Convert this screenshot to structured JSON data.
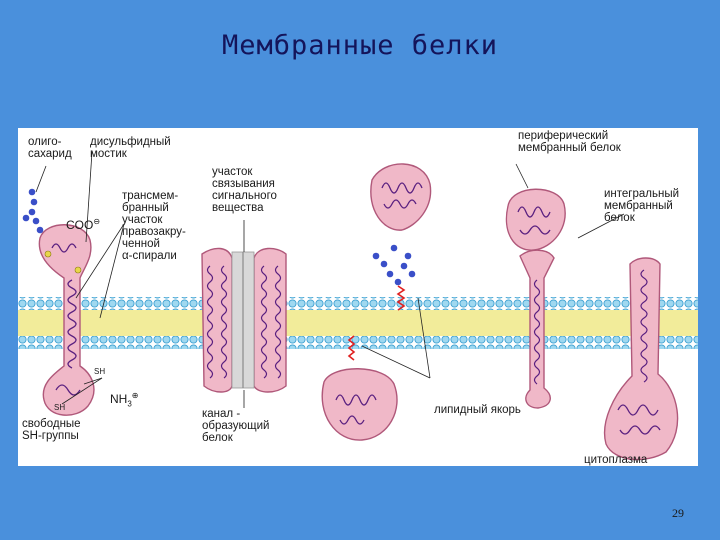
{
  "slide": {
    "title": "Мембранные белки",
    "page_number": "29"
  },
  "labels": {
    "oligosaccharide": "олиго-\nсахарид",
    "disulfide": "дисульфидный\nмостик",
    "coo": "COO",
    "transmembrane": "трансмем-\nбранный\nучасток\nправозакру-\nченной\nα-спирали",
    "sh_top": "SH",
    "sh_bottom": "SH",
    "nh3": "NH",
    "nh3_sub": "3",
    "free_sh": "свободные\nSH-группы",
    "binding_site": "участок\nсвязывания\nсигнального\nвещества",
    "channel": "канал -\nобразующий\nбелок",
    "lipid_anchor": "липидный якорь",
    "peripheral": "периферический\nмембранный белок",
    "integral": "интегральный\nмембранный\nбелок",
    "cytoplasm": "цитоплазма"
  },
  "colors": {
    "background": "#4a90dc",
    "protein_fill": "#f0b8c8",
    "protein_stroke": "#b0587a",
    "helix": "#5a2080",
    "head_blue": "#72c4e8",
    "membrane_yellow": "#f2ec9a",
    "sugar": "#3a4fc8",
    "anchor": "#e02020"
  }
}
